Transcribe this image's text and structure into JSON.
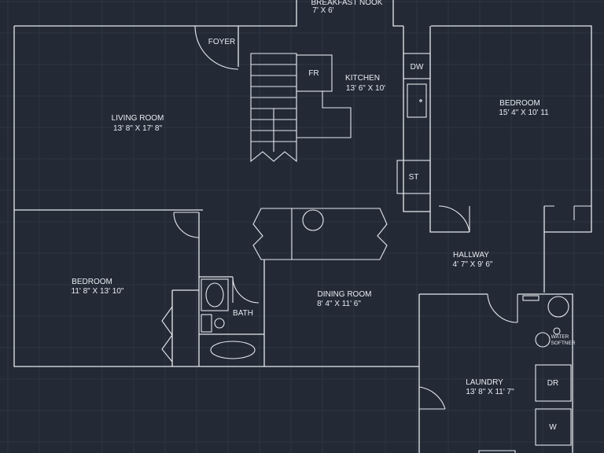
{
  "rooms": {
    "breakfast_nook": {
      "name": "BREAKFAST NOOK",
      "size": "7' X 6'"
    },
    "foyer": {
      "name": "FOYER"
    },
    "kitchen": {
      "name": "KITCHEN",
      "size": "13' 6\" X 10'"
    },
    "living_room": {
      "name": "LIVING ROOM",
      "size": "13' 8\" X 17' 8\""
    },
    "bedroom_right": {
      "name": "BEDROOM",
      "size": "15' 4\" X 10' 11"
    },
    "bedroom_left": {
      "name": "BEDROOM",
      "size": "11' 8\" X 13' 10\""
    },
    "hallway": {
      "name": "HALLWAY",
      "size": "4' 7\" X 9' 6\""
    },
    "dining_room": {
      "name": "DINING ROOM",
      "size": "8' 4\" X 11' 6\""
    },
    "bath": {
      "name": "BATH"
    },
    "laundry": {
      "name": "LAUNDRY",
      "size": "13' 8\" X 11' 7\""
    }
  },
  "appliances": {
    "fridge": "FR",
    "dishwasher": "DW",
    "stove": "ST",
    "dryer": "DR",
    "washer": "W",
    "water_softener_line1": "WATER",
    "water_softener_line2": "SOFTNER"
  },
  "colors": {
    "background": "#232a36",
    "grid": "#2e3542",
    "linework": "#e6e9ee"
  }
}
